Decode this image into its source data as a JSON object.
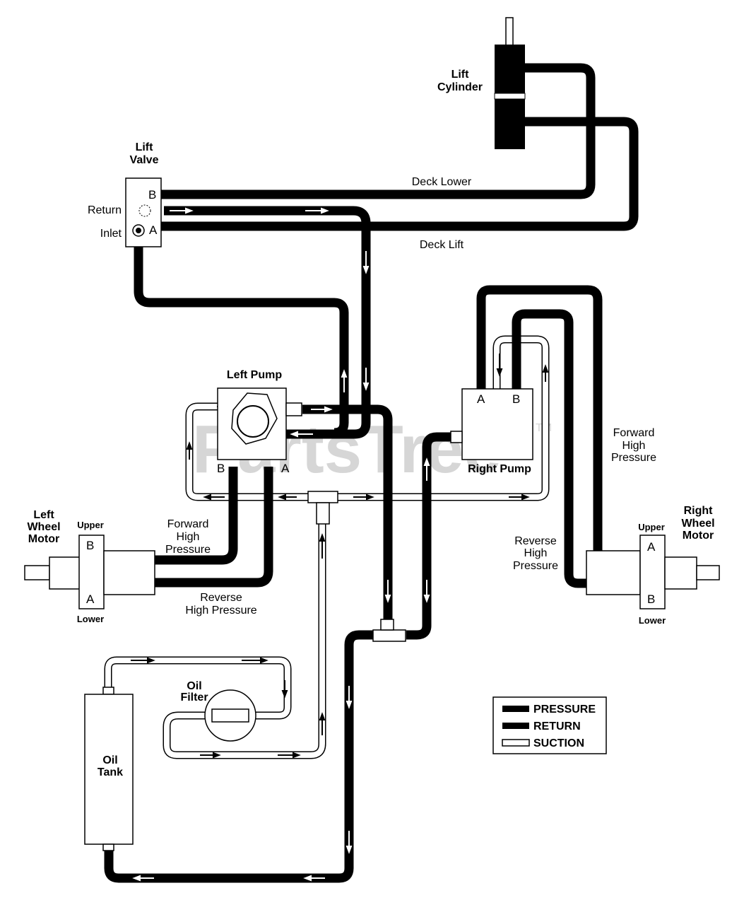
{
  "watermark": "PartsTree",
  "watermark_tm": "TM",
  "components": {
    "lift_cylinder": [
      "Lift",
      "Cylinder"
    ],
    "lift_valve": [
      "Lift",
      "Valve"
    ],
    "left_pump": "Left Pump",
    "right_pump": "Right Pump",
    "left_wheel_motor": [
      "Left",
      "Wheel",
      "Motor"
    ],
    "right_wheel_motor": [
      "Right",
      "Wheel",
      "Motor"
    ],
    "oil_filter": [
      "Oil",
      "Filter"
    ],
    "oil_tank": [
      "Oil",
      "Tank"
    ]
  },
  "valve_ports": {
    "b": "B",
    "a": "A",
    "return": "Return",
    "inlet": "Inlet"
  },
  "pump_ports": {
    "left_b": "B",
    "left_a": "A",
    "right_a": "A",
    "right_b": "B"
  },
  "motor_ports": {
    "left_upper": "Upper",
    "left_lower": "Lower",
    "left_b": "B",
    "left_a": "A",
    "right_upper": "Upper",
    "right_lower": "Lower",
    "right_a": "A",
    "right_b": "B"
  },
  "line_labels": {
    "deck_lower": "Deck Lower",
    "deck_lift": "Deck Lift",
    "left_forward": [
      "Forward",
      "High",
      "Pressure"
    ],
    "left_reverse": [
      "Reverse",
      "High Pressure"
    ],
    "right_forward": [
      "Forward",
      "High",
      "Pressure"
    ],
    "right_reverse": [
      "Reverse",
      "High",
      "Pressure"
    ]
  },
  "legend": {
    "pressure": "PRESSURE",
    "return": "RETURN",
    "suction": "SUCTION"
  }
}
